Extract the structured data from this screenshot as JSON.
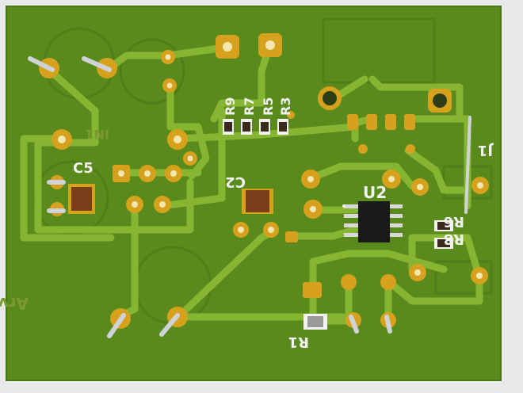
{
  "board": {
    "colors": {
      "substrate": "#5a8a1c",
      "substrate_edge": "#4b7614",
      "trace": "#86b532",
      "pad": "#d6a21e",
      "pad_hole": "#f3e6b0",
      "silkscreen": "#f2f2f2",
      "cap_body": "#7a3e1a",
      "ic_body": "#1a1a1a",
      "background": "#e9e9e9"
    },
    "labels": {
      "r9": "R9",
      "r7": "R7",
      "r5": "R5",
      "r3": "R3",
      "c5": "C5",
      "c2": "C2",
      "u2": "U2",
      "j1": "J1",
      "r6": "R6",
      "r8": "R8",
      "r1": "R1",
      "maker": "Arvin",
      "partial_label": "IN1"
    }
  }
}
